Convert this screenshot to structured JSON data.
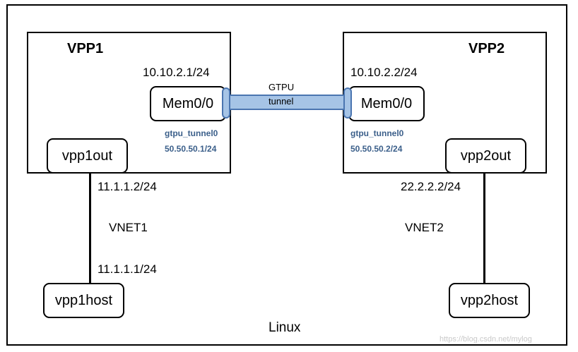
{
  "host": {
    "label": "Linux"
  },
  "vpp1": {
    "title": "VPP1",
    "mem_ip": "10.10.2.1/24",
    "mem_label": "Mem0/0",
    "tunnel_name": "gtpu_tunnel0",
    "tunnel_ip": "50.50.50.1/24",
    "out_label": "vpp1out",
    "out_ip": "11.1.1.2/24"
  },
  "vpp2": {
    "title": "VPP2",
    "mem_ip": "10.10.2.2/24",
    "mem_label": "Mem0/0",
    "tunnel_name": "gtpu_tunnel0",
    "tunnel_ip": "50.50.50.2/24",
    "out_label": "vpp2out",
    "out_ip": "22.2.2.2/24"
  },
  "tunnel": {
    "label_line1": "GTPU",
    "label_line2": "tunnel",
    "color": "#a6c4e6",
    "border_color": "#4a75b0"
  },
  "vnet1": {
    "label": "VNET1",
    "host_ip": "11.1.1.1/24",
    "host_label": "vpp1host"
  },
  "vnet2": {
    "label": "VNET2",
    "host_label": "vpp2host"
  },
  "watermark": "https://blog.csdn.net/mylog"
}
